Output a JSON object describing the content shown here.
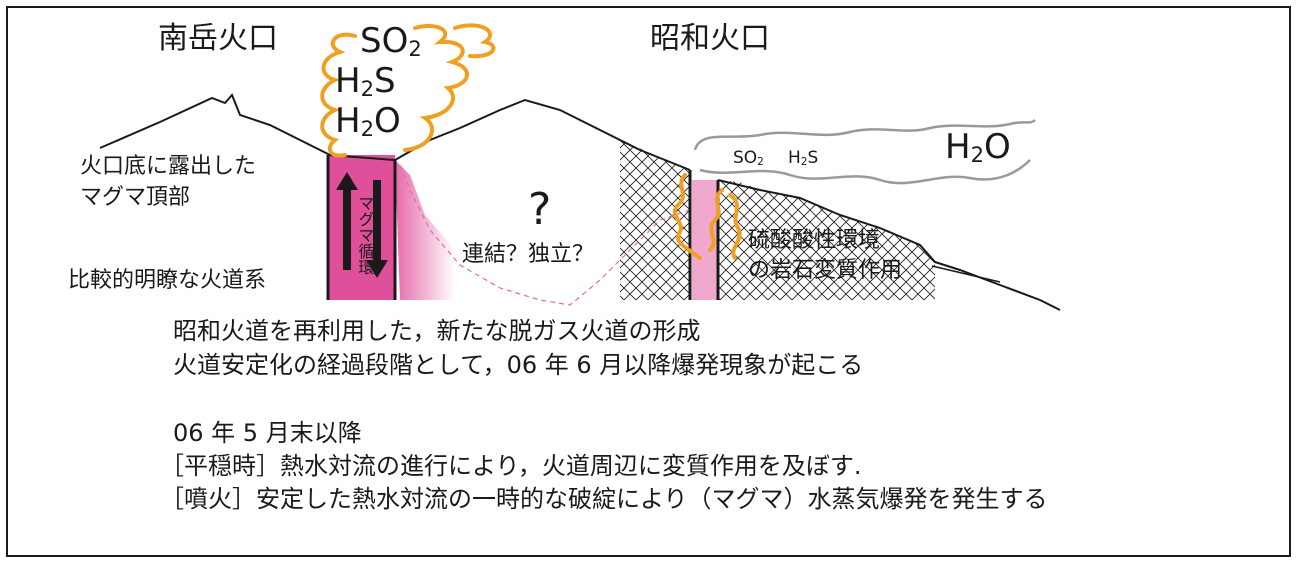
{
  "labels": {
    "minamidake_crater": "南岳火口",
    "showa_crater": "昭和火口",
    "exposed_magma_top": "火口底に露出した\nマグマ頂部",
    "clear_conduit": "比較的明瞭な火道系",
    "magma_circulation": "マグマ循環",
    "question_mark": "?",
    "connected_or_independent": "連結？独立？",
    "acid_alteration_line1": "硫酸酸性環境",
    "acid_alteration_line2": "の岩石変質作用"
  },
  "gases_left": {
    "so2_main": "SO",
    "so2_sub": "2",
    "h2s_h": "H",
    "h2s_sub": "2",
    "h2s_s": "S",
    "h2o_h": "H",
    "h2o_sub": "2",
    "h2o_o": "O"
  },
  "gases_right": {
    "so2_main": "SO",
    "so2_sub": "2",
    "h2s_h": "H",
    "h2s_sub": "2",
    "h2s_s": "S",
    "h2o_h": "H",
    "h2o_sub": "2",
    "h2o_o": "O"
  },
  "notes": [
    "昭和火道を再利用した，新たな脱ガス火道の形成",
    "火道安定化の経過段階として，06 年 6 月以降爆発現象が起こる",
    "06 年 5 月末以降",
    "［平穏時］熱水対流の進行により，火道周辺に変質作用を及ぼす.",
    "［噴火］安定した熱水対流の一時的な破綻により（マグマ）水蒸気爆発を発生する"
  ],
  "colors": {
    "magma": "#e0509a",
    "conduit_pink": "#f0a8cc",
    "gas_plume_orange": "#f0a020",
    "steam_gray": "#999999",
    "line": "#1a1a1a"
  }
}
